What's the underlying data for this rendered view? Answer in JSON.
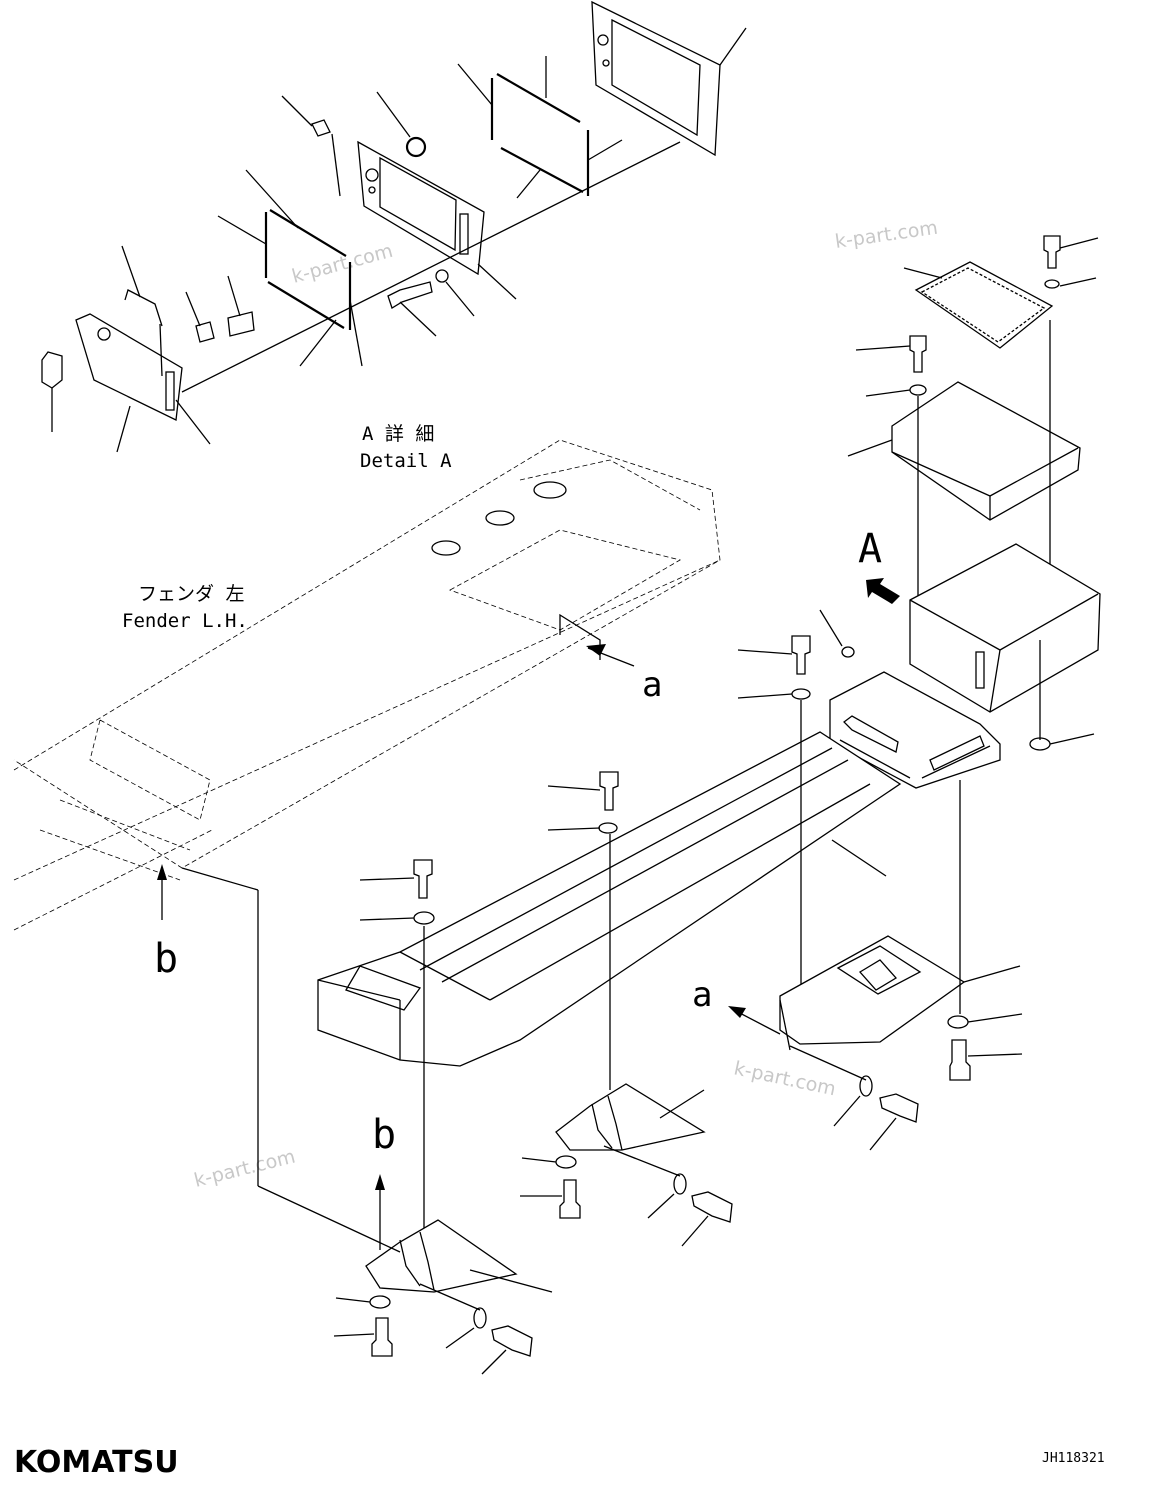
{
  "detail_label": {
    "jp": "A 詳 細",
    "en": "Detail A"
  },
  "fender_label": {
    "jp": "フェンダ 左",
    "en": "Fender L.H."
  },
  "view_marks": {
    "A": "A",
    "a": "a",
    "b": "b"
  },
  "watermark": "k-part.com",
  "brand": "KOMATSU",
  "drawing_code": "JH118321"
}
